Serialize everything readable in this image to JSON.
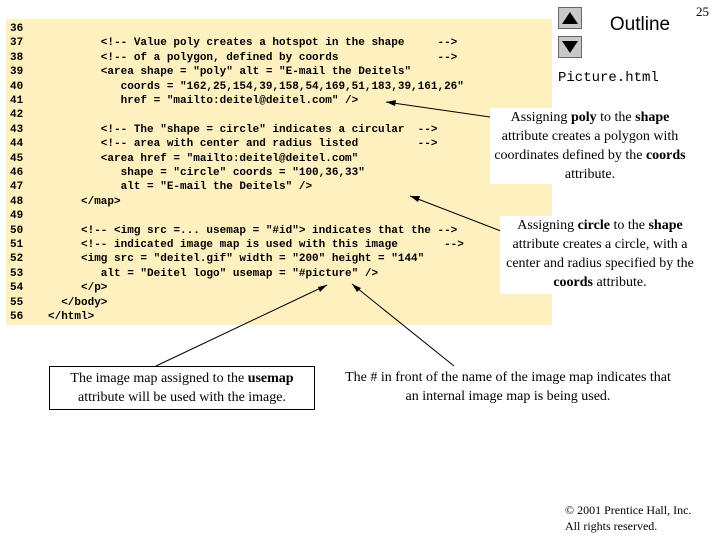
{
  "page_number": "25",
  "outline_title": "Outline",
  "file_name": "Picture.html",
  "nav": {
    "up_icon": "triangle-up-icon",
    "down_icon": "triangle-down-icon"
  },
  "code_lines": [
    {
      "num": "36",
      "text": ""
    },
    {
      "num": "37",
      "text": "        <!-- Value poly creates a hotspot in the shape     -->"
    },
    {
      "num": "38",
      "text": "        <!-- of a polygon, defined by coords               -->"
    },
    {
      "num": "39",
      "text": "        <area shape = \"poly\" alt = \"E-mail the Deitels\""
    },
    {
      "num": "40",
      "text": "           coords = \"162,25,154,39,158,54,169,51,183,39,161,26\""
    },
    {
      "num": "41",
      "text": "           href = \"mailto:deitel@deitel.com\" />"
    },
    {
      "num": "42",
      "text": ""
    },
    {
      "num": "43",
      "text": "        <!-- The \"shape = circle\" indicates a circular  -->"
    },
    {
      "num": "44",
      "text": "        <!-- area with center and radius listed         -->"
    },
    {
      "num": "45",
      "text": "        <area href = \"mailto:deitel@deitel.com\""
    },
    {
      "num": "46",
      "text": "           shape = \"circle\" coords = \"100,36,33\""
    },
    {
      "num": "47",
      "text": "           alt = \"E-mail the Deitels\" />"
    },
    {
      "num": "48",
      "text": "     </map>"
    },
    {
      "num": "49",
      "text": ""
    },
    {
      "num": "50",
      "text": "     <!-- <img src =... usemap = \"#id\"> indicates that the -->"
    },
    {
      "num": "51",
      "text": "     <!-- indicated image map is used with this image       -->"
    },
    {
      "num": "52",
      "text": "     <img src = \"deitel.gif\" width = \"200\" height = \"144\""
    },
    {
      "num": "53",
      "text": "        alt = \"Deitel logo\" usemap = \"#picture\" />"
    },
    {
      "num": "54",
      "text": "     </p>"
    },
    {
      "num": "55",
      "text": "  </body>"
    },
    {
      "num": "56",
      "text": "</html>"
    }
  ],
  "callouts": {
    "poly": {
      "pre": "Assigning ",
      "kw1": "poly",
      "mid1": " to the ",
      "kw2": "shape",
      "mid2": " attribute creates a polygon with coordinates defined by the ",
      "kw3": "coords",
      "post": " attribute."
    },
    "circle": {
      "pre": "Assigning ",
      "kw1": "circle",
      "mid1": " to the ",
      "kw2": "shape",
      "mid2": " attribute creates a circle, with a center and radius specified by the ",
      "kw3": "coords",
      "post": " attribute."
    },
    "usemap": {
      "pre": "The image map assigned to the ",
      "kw1": "usemap",
      "post": " attribute will be used with the image."
    },
    "hash": {
      "text": "The # in front of the name of the image map indicates that an internal image map is being used."
    }
  },
  "copyright": {
    "line1": "© 2001 Prentice Hall, Inc.",
    "line2": "All rights reserved."
  }
}
